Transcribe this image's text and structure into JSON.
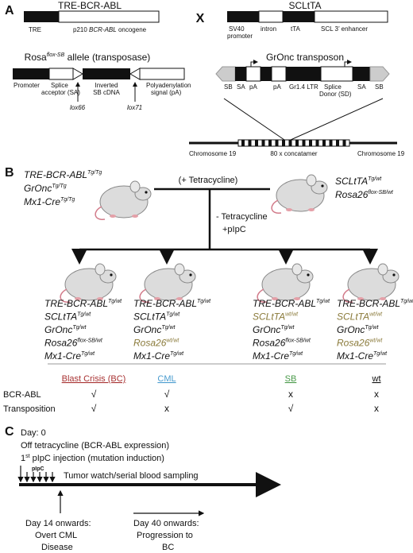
{
  "panel_a": {
    "label": "A",
    "tre_title": "TRE-BCR-ABL",
    "tre_seg1": "TRE",
    "tre_seg2_prefix": "p210 ",
    "tre_seg2_italic": "BCR-ABL",
    "tre_seg2_suffix": " oncogene",
    "cross": "X",
    "scl_title": "SCLtTA",
    "scl_sv40": "SV40",
    "scl_promoter": "promoter",
    "scl_intron": "intron",
    "scl_tta": "tTA",
    "scl_enhancer": "SCL 3’ enhancer",
    "rosa_title_main": "Rosa",
    "rosa_title_sup": "flox-SB",
    "rosa_title_rest": " allele (transposase)",
    "rosa_promoter": "Promoter",
    "rosa_splice1": "Splice",
    "rosa_splice2": "acceptor (SA)",
    "rosa_inverted1": "Inverted",
    "rosa_inverted2": "SB cDNA",
    "rosa_polya1": "Polyadenylation",
    "rosa_polya2": "signal (pA)",
    "lox66": "lox66",
    "lox71": "lox71",
    "gronc_title": "GrOnc transposon",
    "gronc_sb_left": "SB",
    "gronc_sa1": "SA",
    "gronc_pa1": "pA",
    "gronc_pa2": "pA",
    "gronc_ltr": "Gr1.4 LTR",
    "gronc_sd1": "Splice",
    "gronc_sd2": "Donor (SD)",
    "gronc_sa2": "SA",
    "gronc_sb_right": "SB",
    "chrom_left": "Chromosome 19",
    "concat": "80 x concatamer",
    "chrom_right": "Chromosome 19"
  },
  "panel_b": {
    "label": "B",
    "parent1": [
      {
        "base": "TRE-BCR-ABL",
        "sup": "Tg/Tg"
      },
      {
        "base": "GrOnc",
        "sup": "Tg/Tg"
      },
      {
        "base": "Mx1-Cre",
        "sup": "Tg/Tg"
      }
    ],
    "tet_plus": "(+ Tetracycline)",
    "parent2": [
      {
        "base": "SCLtTA",
        "sup": "Tg/wt"
      },
      {
        "base": "Rosa26",
        "sup": "flox-SB/wt"
      }
    ],
    "tet_minus": "- Tetracycline",
    "pipc": "+pIpC",
    "offspring": [
      [
        {
          "base": "TRE-BCR-ABL",
          "sup": "Tg/wt",
          "color": "#111111"
        },
        {
          "base": "SCLtTA",
          "sup": "Tg/wt",
          "color": "#111111"
        },
        {
          "base": "GrOnc",
          "sup": "Tg/wt",
          "color": "#111111"
        },
        {
          "base": "Rosa26",
          "sup": "flox-SB/wt",
          "color": "#111111"
        },
        {
          "base": "Mx1-Cre",
          "sup": "Tg/wt",
          "color": "#111111"
        }
      ],
      [
        {
          "base": "TRE-BCR-ABL",
          "sup": "Tg/wt",
          "color": "#111111"
        },
        {
          "base": "SCLtTA",
          "sup": "Tg/wt",
          "color": "#111111"
        },
        {
          "base": "GrOnc",
          "sup": "Tg/wt",
          "color": "#111111"
        },
        {
          "base": "Rosa26",
          "sup": "wt/wt",
          "color": "#8a7a3a"
        },
        {
          "base": "Mx1-Cre",
          "sup": "Tg/wt",
          "color": "#111111"
        }
      ],
      [
        {
          "base": "TRE-BCR-ABL",
          "sup": "Tg/wt",
          "color": "#111111"
        },
        {
          "base": "SCLtTA",
          "sup": "wt/wt",
          "color": "#8a7a3a"
        },
        {
          "base": "GrOnc",
          "sup": "Tg/wt",
          "color": "#111111"
        },
        {
          "base": "Rosa26",
          "sup": "flox-SB/wt",
          "color": "#111111"
        },
        {
          "base": "Mx1-Cre",
          "sup": "Tg/wt",
          "color": "#111111"
        }
      ],
      [
        {
          "base": "TRE-BCR-ABL",
          "sup": "Tg/wt",
          "color": "#111111"
        },
        {
          "base": "SCLtTA",
          "sup": "wt/wt",
          "color": "#8a7a3a"
        },
        {
          "base": "GrOnc",
          "sup": "Tg/wt",
          "color": "#111111"
        },
        {
          "base": "Rosa26",
          "sup": "wt/wt",
          "color": "#8a7a3a"
        },
        {
          "base": "Mx1-Cre",
          "sup": "Tg/wt",
          "color": "#111111"
        }
      ]
    ],
    "table": {
      "headers": [
        {
          "text": "Blast Crisis (BC)",
          "color": "#a83232"
        },
        {
          "text": "CML",
          "color": "#4a9ccf"
        },
        {
          "text": "SB",
          "color": "#4a9a4a"
        },
        {
          "text": "wt",
          "color": "#111111"
        }
      ],
      "rows": [
        {
          "label": "BCR-ABL",
          "cells": [
            "√",
            "√",
            "x",
            "x"
          ]
        },
        {
          "label": "Transposition",
          "cells": [
            "√",
            "x",
            "√",
            "x"
          ]
        }
      ]
    }
  },
  "panel_c": {
    "label": "C",
    "line1": "Day: 0",
    "line2": "Off tetracycline (BCR-ABL expression)",
    "line3_sup": "st",
    "line3_pre": "1",
    "line3_rest": " pIpC injection (mutation induction)",
    "pipc_small": "pIpC",
    "watch": "Tumor watch/serial blood sampling",
    "day14_1": "Day 14 onwards:",
    "day14_2": "Overt CML",
    "day14_3": "Disease",
    "day40_1": "Day 40 onwards:",
    "day40_2": "Progression to",
    "day40_3": "BC"
  }
}
